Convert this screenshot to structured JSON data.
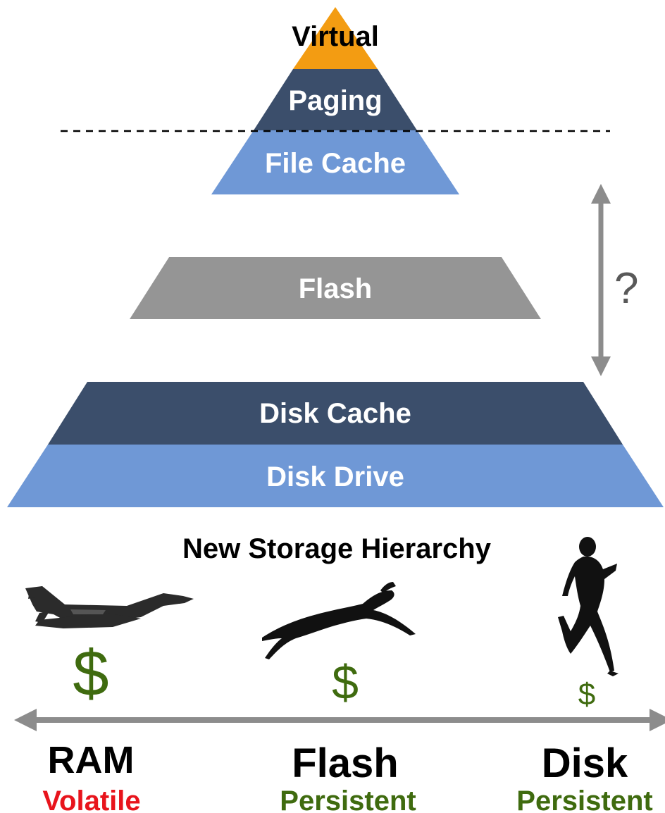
{
  "pyramid_top": {
    "layers": [
      "Virtual",
      "Paging",
      "File Cache"
    ]
  },
  "pyramid_middle": {
    "label": "Flash"
  },
  "pyramid_bottom": {
    "layers": [
      "Disk Cache",
      "Disk Drive"
    ]
  },
  "gap_marker": "?",
  "title": "New Storage Hierarchy",
  "spectrum": {
    "items": [
      {
        "name": "RAM",
        "property": "Volatile",
        "cost": "$",
        "icon": "fighter-jet-icon"
      },
      {
        "name": "Flash",
        "property": "Persistent",
        "cost": "$",
        "icon": "cheetah-icon"
      },
      {
        "name": "Disk",
        "property": "Persistent",
        "cost": "$",
        "icon": "runner-icon"
      }
    ]
  },
  "colors": {
    "virtual": "#f39c12",
    "dark_blue": "#3b4e6b",
    "light_blue": "#6f98d6",
    "flash_gray": "#959595",
    "arrow_gray": "#8c8c8c",
    "cost_green": "#3f6b0f",
    "volatile_red": "#e8141c",
    "persistent_green": "#3f6b0f",
    "silhouette": "#111111"
  }
}
